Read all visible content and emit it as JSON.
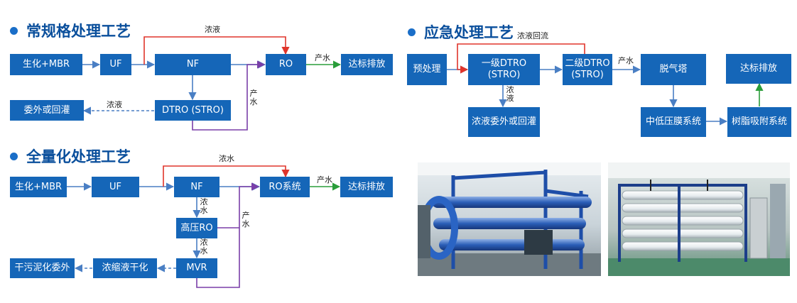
{
  "sections": {
    "s1": "常规格处理工艺",
    "s2": "全量化处理工艺",
    "s3": "应急处理工艺"
  },
  "nodes": {
    "a_mbr": "生化+MBR",
    "a_uf": "UF",
    "a_nf": "NF",
    "a_ro": "RO",
    "a_out": "达标排放",
    "a_dtro": "DTRO (STRO)",
    "a_ext": "委外或回灌",
    "b_mbr": "生化+MBR",
    "b_uf": "UF",
    "b_nf": "NF",
    "b_ro": "RO系统",
    "b_out": "达标排放",
    "b_hro": "高压RO",
    "b_mvr": "MVR",
    "b_dry": "浓缩液干化",
    "b_sludge": "干污泥化委外",
    "c_pre": "预处理",
    "c_d1": "一级DTRO\n(STRO)",
    "c_d2": "二级DTRO\n(STRO)",
    "c_deg": "脱气塔",
    "c_out": "达标排放",
    "c_ext": "浓液委外或回灌",
    "c_mlp": "中低压膜系统",
    "c_resin": "树脂吸附系统"
  },
  "labels": {
    "a_conc_top": "浓液",
    "a_prod": "产水",
    "a_prod_v": "产\n水",
    "a_conc_left": "浓液",
    "b_conc_top": "浓水",
    "b_prod": "产水",
    "b_conc_v1": "浓\n水",
    "b_prod_v": "产\n水",
    "b_conc_v2": "浓\n水",
    "c_conc_return": "浓液回流",
    "c_prod": "产水",
    "c_conc_v": "浓\n液"
  },
  "colors": {
    "node": "#1566b8",
    "flow": "#4a7fc4",
    "concentrate": "#e0352b",
    "product": "#7a3fa8",
    "effluent": "#2a9d3a",
    "title": "#0a4f9c"
  },
  "photos": [
    {
      "name": "dtro-equipment-photo"
    },
    {
      "name": "ro-membrane-rack-photo"
    }
  ]
}
